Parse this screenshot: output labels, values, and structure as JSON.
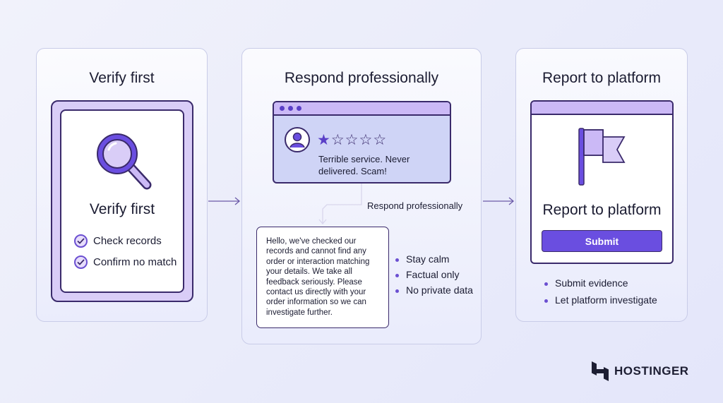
{
  "steps": [
    {
      "title": "Verify first",
      "heading": "Verify first",
      "checks": [
        "Check records",
        "Confirm no match"
      ]
    },
    {
      "title": "Respond professionally",
      "review": {
        "rating": 1,
        "max_rating": 5,
        "text": "Terrible service. Never delivered. Scam!"
      },
      "arrow_label": "Respond professionally",
      "reply_text": "Hello, we've checked our records and cannot find any order or interaction matching your details. We take all feedback seriously. Please contact us directly with your order information so we can investigate further.",
      "tips": [
        "Stay calm",
        "Factual only",
        "No private data"
      ]
    },
    {
      "title": "Report to platform",
      "heading": "Report to platform",
      "button": "Submit",
      "bullets": [
        "Submit evidence",
        "Let platform investigate"
      ]
    }
  ],
  "brand": {
    "name": "HOSTINGER"
  },
  "colors": {
    "accent": "#6a4ee0",
    "outline": "#3a2a6b",
    "lavender": "#cbb9f6",
    "review_bg": "#cfd4f6"
  },
  "icons": [
    "magnifier-icon",
    "check-icon",
    "user-avatar-icon",
    "star-icon",
    "flag-icon",
    "arrow-icon",
    "hostinger-logo-icon"
  ]
}
